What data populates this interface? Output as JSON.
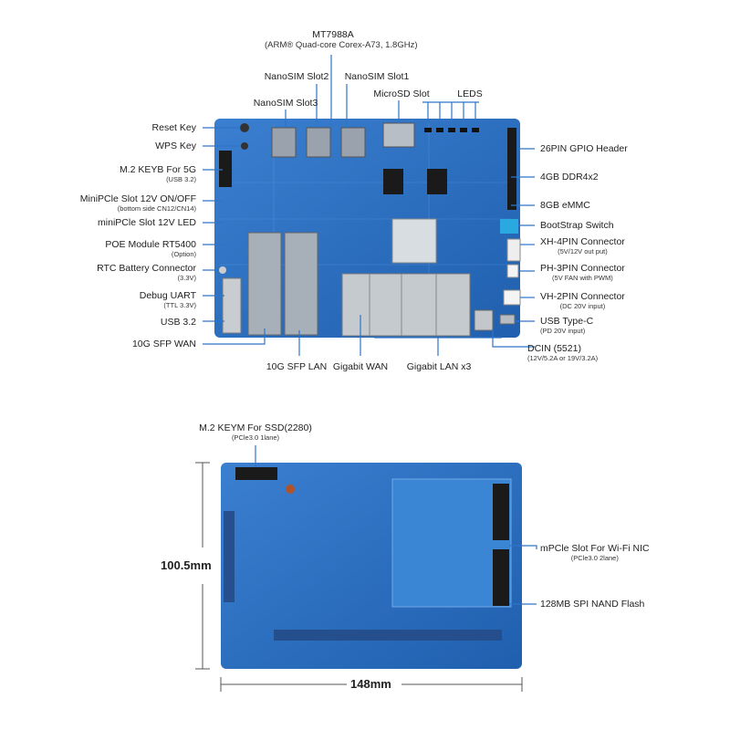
{
  "top_board": {
    "top_labels": [
      {
        "id": "mt7988a",
        "text": "MT7988A",
        "sub": "(ARM® Quad-core Corex-A73, 1.8GHz)"
      },
      {
        "id": "nanosim-slot2",
        "text": "NanoSIM Slot2"
      },
      {
        "id": "nanosim-slot1",
        "text": "NanoSIM Slot1"
      },
      {
        "id": "nanosim-slot3",
        "text": "NanoSIM Slot3"
      },
      {
        "id": "microsd-slot",
        "text": "MicroSD Slot"
      },
      {
        "id": "leds",
        "text": "LEDS"
      }
    ],
    "left_labels": [
      {
        "id": "reset-key",
        "text": "Reset Key"
      },
      {
        "id": "wps-key",
        "text": "WPS Key"
      },
      {
        "id": "m2-keyb",
        "text": "M.2 KEYB For 5G",
        "sub": "(USB 3.2)"
      },
      {
        "id": "minipcie-onoff",
        "text": "MiniPCle Slot 12V ON/OFF",
        "sub": "(bottom side CN12/CN14)"
      },
      {
        "id": "minipcie-led",
        "text": "miniPCle Slot 12V LED"
      },
      {
        "id": "poe-module",
        "text": "POE Module RT5400",
        "sub": "(Option)"
      },
      {
        "id": "rtc-battery",
        "text": "RTC Battery Connector",
        "sub": "(3.3V)"
      },
      {
        "id": "debug-uart",
        "text": "Debug UART",
        "sub": "(TTL 3.3V)"
      },
      {
        "id": "usb32",
        "text": "USB 3.2"
      },
      {
        "id": "sfp-wan",
        "text": "10G SFP WAN"
      }
    ],
    "right_labels": [
      {
        "id": "gpio-header",
        "text": "26PIN GPIO Header"
      },
      {
        "id": "ddr",
        "text": "4GB DDR4x2"
      },
      {
        "id": "emmc",
        "text": "8GB eMMC"
      },
      {
        "id": "bootstrap",
        "text": "BootStrap Switch"
      },
      {
        "id": "xh-4pin",
        "text": "XH-4PIN Connector",
        "sub": "(5V/12V out put)"
      },
      {
        "id": "ph-3pin",
        "text": "PH-3PIN Connector",
        "sub": "(5V FAN with PWM)"
      },
      {
        "id": "vh-2pin",
        "text": "VH-2PIN Connector",
        "sub": "(DC 20V input)"
      },
      {
        "id": "usb-typec",
        "text": "USB Type-C",
        "sub": "(PD 20V input)"
      },
      {
        "id": "dcin",
        "text": "DCIN (5521)",
        "sub": "(12V/5.2A or 19V/3.2A)"
      }
    ],
    "bottom_labels": [
      {
        "id": "sfp-lan",
        "text": "10G SFP LAN"
      },
      {
        "id": "gigabit-wan",
        "text": "Gigabit WAN"
      },
      {
        "id": "gigabit-lan",
        "text": "Gigabit LAN x3"
      }
    ]
  },
  "bottom_board": {
    "labels": [
      {
        "id": "m2-keym",
        "text": "M.2 KEYM For SSD(2280)",
        "sub": "(PCle3.0 1lane)"
      },
      {
        "id": "mpcie-wifi",
        "text": "mPCle Slot For Wi-Fi NIC",
        "sub": "(PCle3.0 2lane)"
      },
      {
        "id": "spi-nand",
        "text": "128MB SPI NAND Flash"
      }
    ],
    "height_dim": "100.5mm",
    "width_dim": "148mm"
  },
  "colors": {
    "board": "#2f6fc0",
    "board_dark": "#1f4f94",
    "callout": "#2e74c8"
  }
}
